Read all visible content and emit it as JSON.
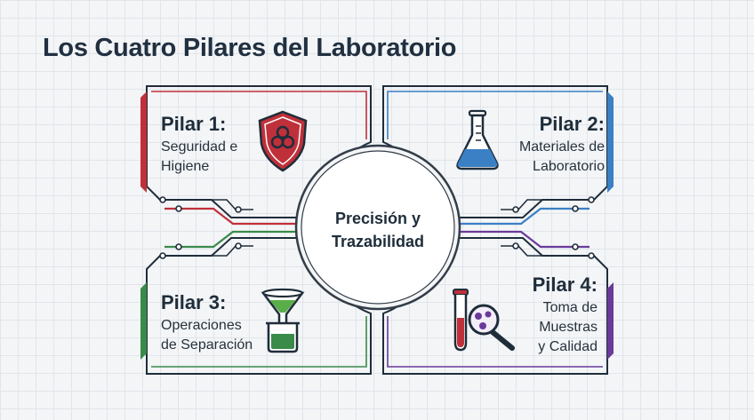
{
  "title": "Los Cuatro Pilares del Laboratorio",
  "center": {
    "line1": "Precisión y",
    "line2": "Trazabilidad"
  },
  "pillars": [
    {
      "title": "Pilar 1:",
      "lines": [
        "Seguridad e",
        "Higiene"
      ],
      "color": "#c0303a",
      "icon": "biohazard-shield-icon"
    },
    {
      "title": "Pilar 2:",
      "lines": [
        "Materiales de",
        "Laboratorio"
      ],
      "color": "#3b7fc4",
      "icon": "erlenmeyer-flask-icon"
    },
    {
      "title": "Pilar 3:",
      "lines": [
        "Operaciones",
        "de Separación"
      ],
      "color": "#3a8a4a",
      "icon": "funnel-beaker-icon"
    },
    {
      "title": "Pilar 4:",
      "lines": [
        "Toma de",
        "Muestras",
        "y Calidad"
      ],
      "color": "#6a3a9a",
      "icon": "test-tube-magnifier-icon"
    }
  ],
  "colors": {
    "outline": "#1f2d3a",
    "circle": "#333d48"
  }
}
